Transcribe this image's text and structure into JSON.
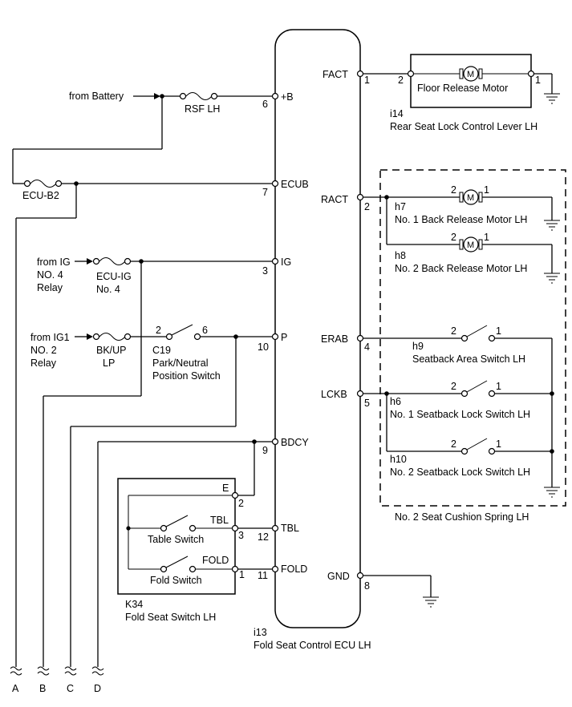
{
  "ecu": {
    "name": "Fold Seat Control ECU LH",
    "code": "i13",
    "left_terminals": [
      {
        "label": "+B",
        "pin": "6"
      },
      {
        "label": "ECUB",
        "pin": "7"
      },
      {
        "label": "IG",
        "pin": "3"
      },
      {
        "label": "P",
        "pin": "10"
      },
      {
        "label": "BDCY",
        "pin": "9"
      },
      {
        "label": "TBL",
        "pin": "12"
      },
      {
        "label": "FOLD",
        "pin": "11"
      }
    ],
    "right_terminals": [
      {
        "label": "FACT",
        "pin": "1"
      },
      {
        "label": "RACT",
        "pin": "2"
      },
      {
        "label": "ERAB",
        "pin": "4"
      },
      {
        "label": "LCKB",
        "pin": "5"
      },
      {
        "label": "GND",
        "pin": "8"
      }
    ]
  },
  "power": {
    "battery": "from Battery",
    "fuse_rsf": "RSF LH",
    "fuse_ecub2": "ECU-B2",
    "ig_src_1": "from IG",
    "ig_src_2": "NO. 4",
    "ig_src_3": "Relay",
    "fuse_ig_1": "ECU-IG",
    "fuse_ig_2": "No. 4",
    "ig1_src_1": "from IG1",
    "ig1_src_2": "NO. 2",
    "ig1_src_3": "Relay",
    "fuse_bk_1": "BK/UP",
    "fuse_bk_2": "LP"
  },
  "pnp_switch": {
    "code": "C19",
    "name_1": "Park/Neutral",
    "name_2": "Position Switch",
    "pin_a": "2",
    "pin_b": "6"
  },
  "fold_switch": {
    "code": "K34",
    "name": "Fold Seat Switch LH",
    "term_e": "E",
    "term_e_pin": "2",
    "term_tbl": "TBL",
    "term_tbl_pin": "3",
    "term_fold": "FOLD",
    "term_fold_pin": "1",
    "table_switch": "Table Switch",
    "fold_switch_label": "Fold Switch"
  },
  "floor_motor": {
    "code": "i14",
    "name": "Rear Seat Lock Control Lever LH",
    "motor_label": "Floor Release Motor",
    "pin_in": "2",
    "pin_out": "1",
    "m": "M"
  },
  "spring_assy": {
    "name": "No. 2 Seat Cushion Spring LH",
    "h7_code": "h7",
    "h7_name": "No. 1 Back Release Motor LH",
    "h7_pin_a": "2",
    "h7_pin_b": "1",
    "h8_code": "h8",
    "h8_name": "No. 2 Back Release Motor LH",
    "h8_pin_a": "2",
    "h8_pin_b": "1",
    "h9_code": "h9",
    "h9_name": "Seatback Area Switch LH",
    "h9_pin_a": "2",
    "h9_pin_b": "1",
    "h6_code": "h6",
    "h6_name": "No. 1 Seatback Lock Switch LH",
    "h6_pin_a": "2",
    "h6_pin_b": "1",
    "h10_code": "h10",
    "h10_name": "No. 2 Seatback Lock Switch LH",
    "h10_pin_a": "2",
    "h10_pin_b": "1",
    "m": "M"
  },
  "continuations": [
    "A",
    "B",
    "C",
    "D"
  ]
}
